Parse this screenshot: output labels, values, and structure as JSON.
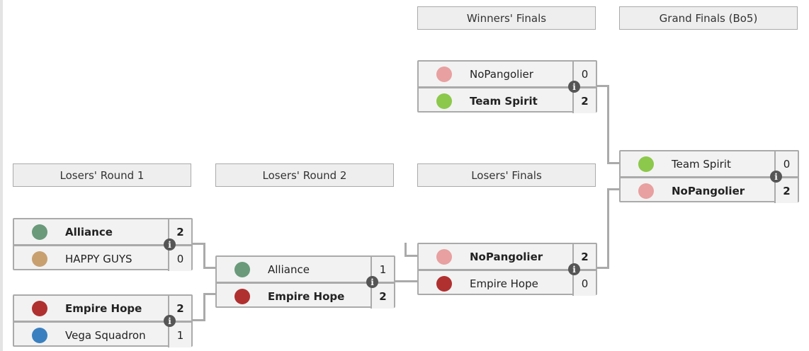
{
  "headers": {
    "wf": "Winners' Finals",
    "gf": "Grand Finals (Bo5)",
    "lr1": "Losers' Round 1",
    "lr2": "Losers' Round 2",
    "lf": "Losers' Finals"
  },
  "matches": {
    "wf": [
      {
        "team": "NoPangolier",
        "score": "0",
        "logo": "nopangolier-logo"
      },
      {
        "team": "Team Spirit",
        "score": "2",
        "logo": "team-spirit-logo"
      }
    ],
    "gf": [
      {
        "team": "Team Spirit",
        "score": "0",
        "logo": "team-spirit-logo"
      },
      {
        "team": "NoPangolier",
        "score": "2",
        "logo": "nopangolier-logo"
      }
    ],
    "lr1a": [
      {
        "team": "Alliance",
        "score": "2",
        "logo": "alliance-logo"
      },
      {
        "team": "HAPPY GUYS",
        "score": "0",
        "logo": "happy-guys-logo"
      }
    ],
    "lr1b": [
      {
        "team": "Empire Hope",
        "score": "2",
        "logo": "empire-hope-logo"
      },
      {
        "team": "Vega Squadron",
        "score": "1",
        "logo": "vega-squadron-logo"
      }
    ],
    "lr2": [
      {
        "team": "Alliance",
        "score": "1",
        "logo": "alliance-logo"
      },
      {
        "team": "Empire Hope",
        "score": "2",
        "logo": "empire-hope-logo"
      }
    ],
    "lf": [
      {
        "team": "NoPangolier",
        "score": "2",
        "logo": "nopangolier-logo"
      },
      {
        "team": "Empire Hope",
        "score": "0",
        "logo": "empire-hope-logo"
      }
    ]
  },
  "info_icon": "i",
  "colors": {
    "border": "#aaaaaa",
    "cell": "#f2f2f2",
    "info": "#555555"
  }
}
